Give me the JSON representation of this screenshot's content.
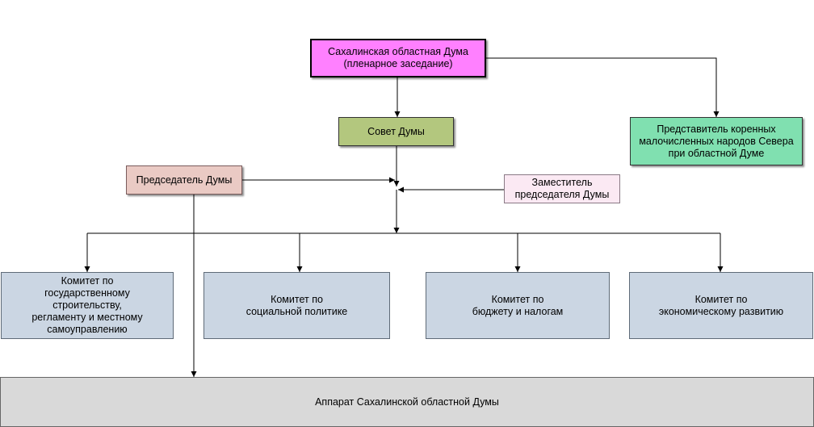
{
  "colors": {
    "duma_fill": "#FF80FF",
    "council_fill": "#B3C77E",
    "representative_fill": "#80E0B0",
    "chairman_fill": "#EACAC4",
    "deputy_fill": "#FBE9F3",
    "committee_fill": "#CBD6E3",
    "apparatus_fill": "#D9D9D9",
    "connector": "#000000"
  },
  "nodes": {
    "duma": "Сахалинская областная Дума\n(пленарное заседание)",
    "council": "Совет Думы",
    "representative": "Представитель коренных\nмалочисленных народов Севера\nпри областной Думе",
    "chairman": "Председатель Думы",
    "deputy": "Заместитель\nпредседателя Думы",
    "committee_1": "Комитет по\nгосударственному\nстроительству,\nрегламенту и местному\nсамоуправлению",
    "committee_2": "Комитет по\nсоциальной политике",
    "committee_3": "Комитет по\nбюджету и налогам",
    "committee_4": "Комитет по\nэкономическому развитию",
    "apparatus": "Аппарат Сахалинской областной Думы"
  }
}
